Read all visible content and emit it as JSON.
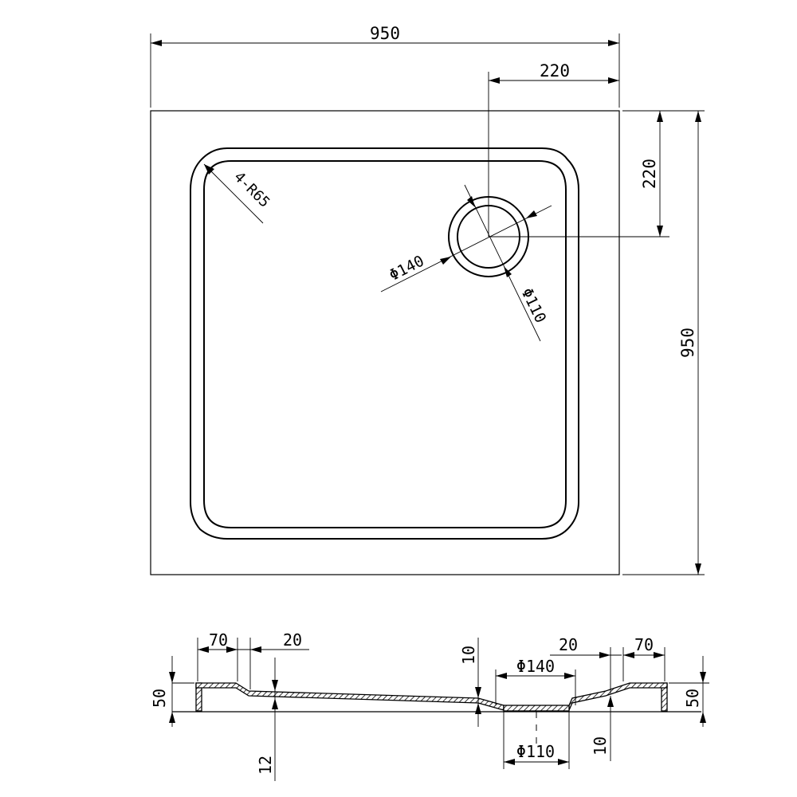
{
  "top_view": {
    "overall_width": "950",
    "overall_height": "950",
    "drain_offset_x": "220",
    "drain_offset_y": "220",
    "corner_radius": "4-R65",
    "drain_outer_diameter": "Φ140",
    "drain_inner_diameter": "Φ110"
  },
  "section_view": {
    "left_rim_width": "70",
    "left_slope_width": "20",
    "right_slope_width": "20",
    "right_rim_width": "70",
    "left_height": "50",
    "right_height": "50",
    "drain_step_top": "10",
    "drain_step_bottom": "10",
    "base_thickness": "12",
    "drain_outer_diameter": "Φ140",
    "drain_inner_diameter": "Φ110"
  }
}
